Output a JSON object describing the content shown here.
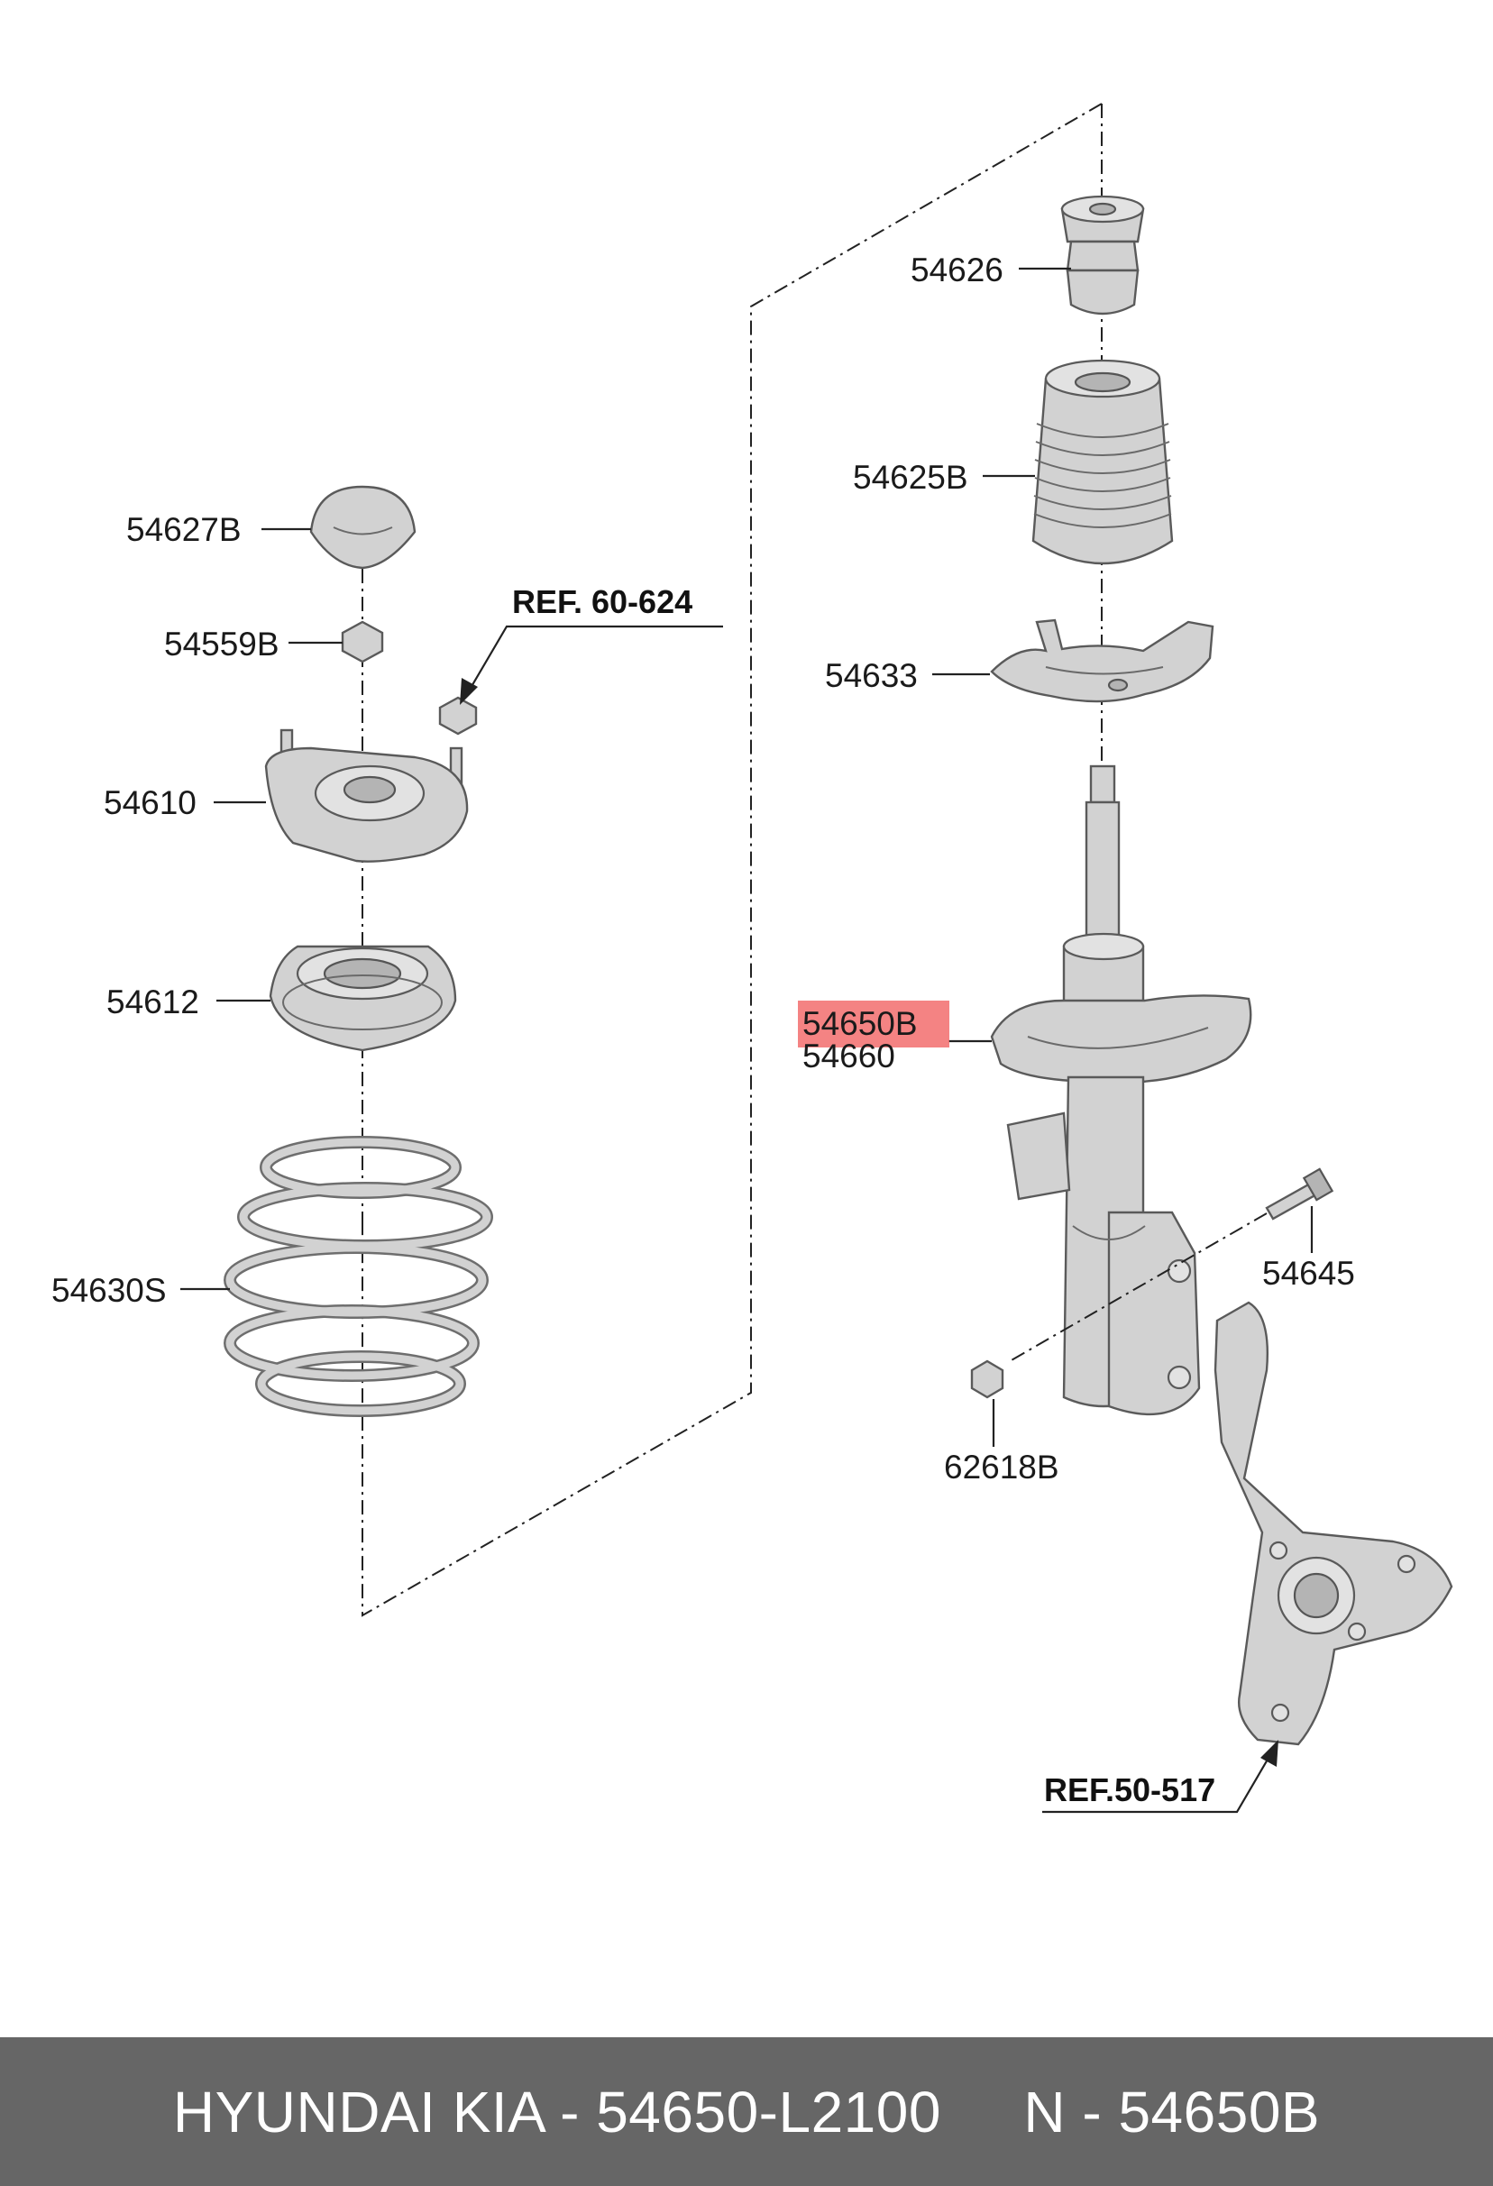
{
  "callouts": {
    "p54626": "54626",
    "p54625b": "54625B",
    "p54633": "54633",
    "p54650b": "54650B",
    "p54660": "54660",
    "p54645": "54645",
    "p62618b": "62618B",
    "p54627b": "54627B",
    "p54559b": "54559B",
    "p54610": "54610",
    "p54612": "54612",
    "p54630s": "54630S"
  },
  "references": {
    "ref_60_624": "REF. 60-624",
    "ref_50_517": "REF.50-517"
  },
  "highlight": {
    "part": "54650B",
    "color": "#f26d6d"
  },
  "footer": {
    "text": "HYUNDAI KIA - 54650-L2100     N - 54650B",
    "background": "#666666",
    "color": "#ffffff"
  }
}
